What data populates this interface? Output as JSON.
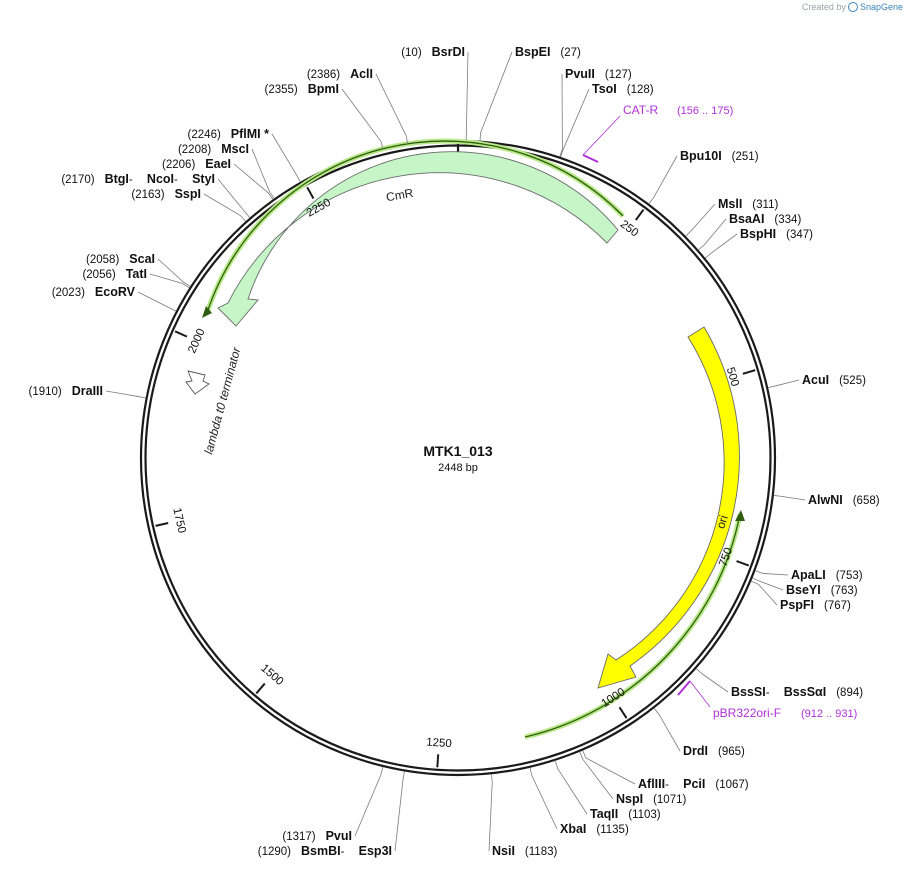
{
  "credit": {
    "prefix": "Created by",
    "brand": "SnapGene"
  },
  "plasmid": {
    "name": "MTK1_013",
    "size_label": "2448 bp",
    "length": 2448
  },
  "ticks": [
    "250",
    "500",
    "750",
    "1000",
    "1250",
    "1500",
    "1750",
    "2000",
    "2250"
  ],
  "features": [
    {
      "name": "CmR",
      "color": "#c6f5c8"
    },
    {
      "name": "ori",
      "color": "#ffff00"
    },
    {
      "name": "lambda t0 terminator",
      "color": "#ffffff"
    }
  ],
  "primers": [
    {
      "name": "CAT-R",
      "range": "(156 .. 175)",
      "color": "#b030d8"
    },
    {
      "name": "pBR322ori-F",
      "range": "(912 .. 931)",
      "color": "#b030d8"
    }
  ],
  "sites": [
    {
      "id": "bsrdi",
      "names": [
        "BsrDI"
      ],
      "pos": "(10)"
    },
    {
      "id": "bspei",
      "names": [
        "BspEI"
      ],
      "pos": "(27)"
    },
    {
      "id": "pvuii",
      "names": [
        "PvuII"
      ],
      "pos": "(127)"
    },
    {
      "id": "tsoi",
      "names": [
        "TsoI"
      ],
      "pos": "(128)"
    },
    {
      "id": "bpu10i",
      "names": [
        "Bpu10I"
      ],
      "pos": "(251)"
    },
    {
      "id": "msli",
      "names": [
        "MslI"
      ],
      "pos": "(311)"
    },
    {
      "id": "bsaai",
      "names": [
        "BsaAI"
      ],
      "pos": "(334)"
    },
    {
      "id": "bsphi",
      "names": [
        "BspHI"
      ],
      "pos": "(347)"
    },
    {
      "id": "acui",
      "names": [
        "AcuI"
      ],
      "pos": "(525)"
    },
    {
      "id": "alwni",
      "names": [
        "AlwNI"
      ],
      "pos": "(658)"
    },
    {
      "id": "apali",
      "names": [
        "ApaLI"
      ],
      "pos": "(753)"
    },
    {
      "id": "bseyi",
      "names": [
        "BseYI"
      ],
      "pos": "(763)"
    },
    {
      "id": "pspfi",
      "names": [
        "PspFI"
      ],
      "pos": "(767)"
    },
    {
      "id": "bsssi",
      "names": [
        "BssSI",
        "BssSαI"
      ],
      "pos": "(894)"
    },
    {
      "id": "drdi",
      "names": [
        "DrdI"
      ],
      "pos": "(965)"
    },
    {
      "id": "afliii",
      "names": [
        "AflIII",
        "PciI"
      ],
      "pos": "(1067)"
    },
    {
      "id": "nspi",
      "names": [
        "NspI"
      ],
      "pos": "(1071)"
    },
    {
      "id": "taqii",
      "names": [
        "TaqII"
      ],
      "pos": "(1103)"
    },
    {
      "id": "xbai",
      "names": [
        "XbaI"
      ],
      "pos": "(1135)"
    },
    {
      "id": "nsii",
      "names": [
        "NsiI"
      ],
      "pos": "(1183)"
    },
    {
      "id": "bsmbi",
      "names": [
        "BsmBI",
        "Esp3I"
      ],
      "pos": "(1290)"
    },
    {
      "id": "pvui",
      "names": [
        "PvuI"
      ],
      "pos": "(1317)"
    },
    {
      "id": "draiii",
      "names": [
        "DraIII"
      ],
      "pos": "(1910)"
    },
    {
      "id": "ecorv",
      "names": [
        "EcoRV"
      ],
      "pos": "(2023)"
    },
    {
      "id": "tati",
      "names": [
        "TatI"
      ],
      "pos": "(2056)"
    },
    {
      "id": "scai",
      "names": [
        "ScaI"
      ],
      "pos": "(2058)"
    },
    {
      "id": "sspi",
      "names": [
        "SspI"
      ],
      "pos": "(2163)"
    },
    {
      "id": "btgi",
      "names": [
        "BtgI",
        "NcoI",
        "StyI"
      ],
      "pos": "(2170)"
    },
    {
      "id": "eaei",
      "names": [
        "EaeI"
      ],
      "pos": "(2206)"
    },
    {
      "id": "msci",
      "names": [
        "MscI"
      ],
      "pos": "(2208)"
    },
    {
      "id": "pflmi",
      "names": [
        "PflMI *"
      ],
      "pos": "(2246)"
    },
    {
      "id": "bpmi",
      "names": [
        "BpmI"
      ],
      "pos": "(2355)"
    },
    {
      "id": "acli",
      "names": [
        "AclI"
      ],
      "pos": "(2386)"
    }
  ]
}
